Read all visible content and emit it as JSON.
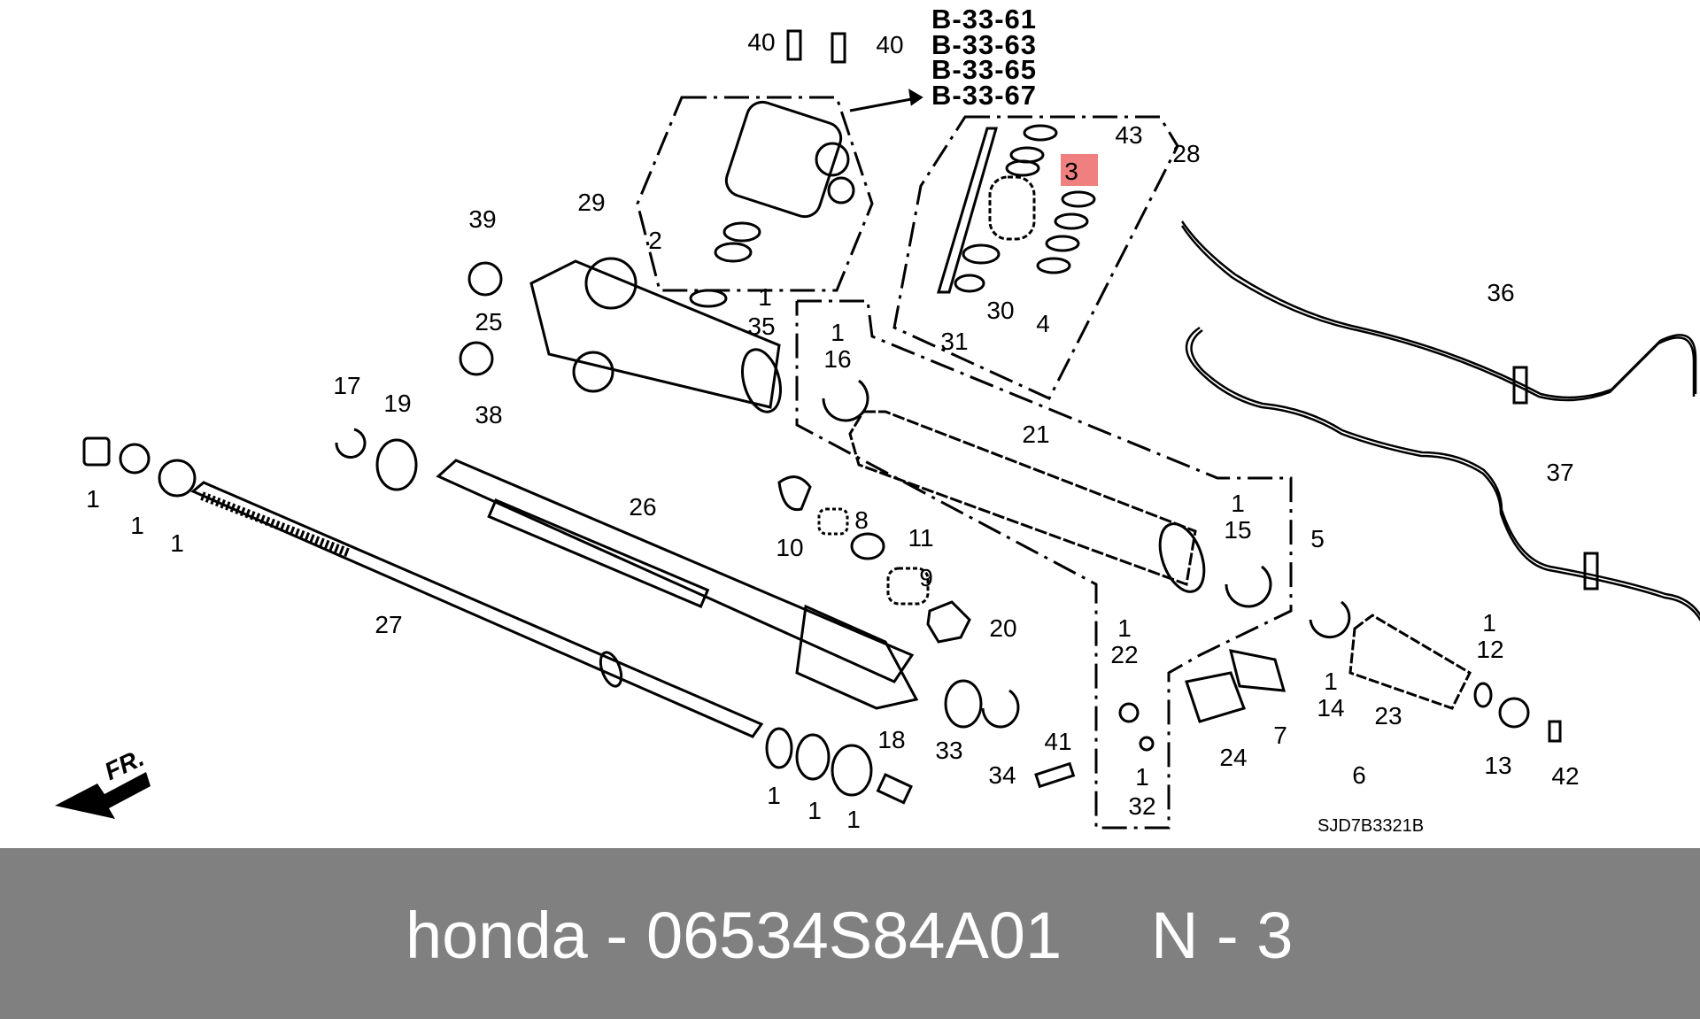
{
  "diagram": {
    "code": "SJD7B3321B",
    "direction_label": "FR.",
    "references": [
      "B-33-61",
      "B-33-63",
      "B-33-65",
      "B-33-67"
    ],
    "highlight_color": "#f08080",
    "line_color": "#000000"
  },
  "callouts": [
    {
      "label": "40"
    },
    {
      "label": "40"
    },
    {
      "label": "29"
    },
    {
      "label": "2"
    },
    {
      "label": "43"
    },
    {
      "label": "3"
    },
    {
      "label": "28"
    },
    {
      "label": "39"
    },
    {
      "label": "25"
    },
    {
      "label": "38"
    },
    {
      "label": "1"
    },
    {
      "label": "35"
    },
    {
      "label": "30"
    },
    {
      "label": "31"
    },
    {
      "label": "4"
    },
    {
      "label": "36"
    },
    {
      "label": "1"
    },
    {
      "label": "16"
    },
    {
      "label": "17"
    },
    {
      "label": "19"
    },
    {
      "label": "21"
    },
    {
      "label": "37"
    },
    {
      "label": "1"
    },
    {
      "label": "1"
    },
    {
      "label": "1"
    },
    {
      "label": "26"
    },
    {
      "label": "8"
    },
    {
      "label": "1"
    },
    {
      "label": "15"
    },
    {
      "label": "5"
    },
    {
      "label": "10"
    },
    {
      "label": "11"
    },
    {
      "label": "9"
    },
    {
      "label": "27"
    },
    {
      "label": "20"
    },
    {
      "label": "1"
    },
    {
      "label": "22"
    },
    {
      "label": "1"
    },
    {
      "label": "12"
    },
    {
      "label": "18"
    },
    {
      "label": "33"
    },
    {
      "label": "34"
    },
    {
      "label": "41"
    },
    {
      "label": "1"
    },
    {
      "label": "32"
    },
    {
      "label": "24"
    },
    {
      "label": "7"
    },
    {
      "label": "1"
    },
    {
      "label": "14"
    },
    {
      "label": "23"
    },
    {
      "label": "6"
    },
    {
      "label": "13"
    },
    {
      "label": "42"
    },
    {
      "label": "1"
    },
    {
      "label": "1"
    },
    {
      "label": "1"
    }
  ],
  "footer": {
    "brand": "honda -",
    "part_number": "06534S84A01",
    "quantity": "N - 3"
  }
}
